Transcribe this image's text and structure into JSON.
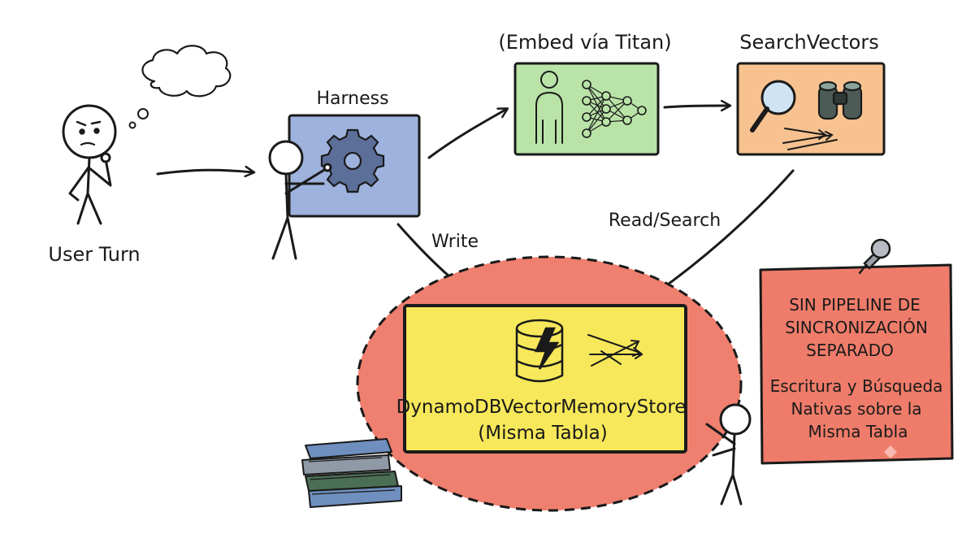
{
  "labels": {
    "user_turn": "User Turn",
    "harness": "Harness",
    "embed": "(Embed vía Titan)",
    "search_vectors": "SearchVectors",
    "write": "Write",
    "read_search": "Read/Search"
  },
  "store": {
    "name": "DynamoDBVectorMemoryStore",
    "subtitle": "(Misma Tabla)"
  },
  "note": {
    "heading_lines": [
      "SIN PIPELINE DE",
      "SINCRONIZACIÓN",
      "SEPARADO"
    ],
    "body_lines": [
      "Escritura y Búsqueda",
      "Nativas sobre la",
      "Misma Tabla"
    ]
  },
  "colors": {
    "harness_box": "#9db2dc",
    "embed_box": "#b9e3a7",
    "search_box": "#f7c28f",
    "store_circle": "#ef7f6e",
    "store_box": "#f6e85a",
    "note": "#ef7c6a",
    "ink": "#1a1a1a",
    "gear": "#5c6f99"
  },
  "icons": [
    "thought-bubble-icon",
    "gear-icon",
    "human-outline-icon",
    "neural-network-icon",
    "magnifier-icon",
    "binoculars-icon",
    "database-lightning-icon",
    "pushpin-icon",
    "books-icon"
  ]
}
